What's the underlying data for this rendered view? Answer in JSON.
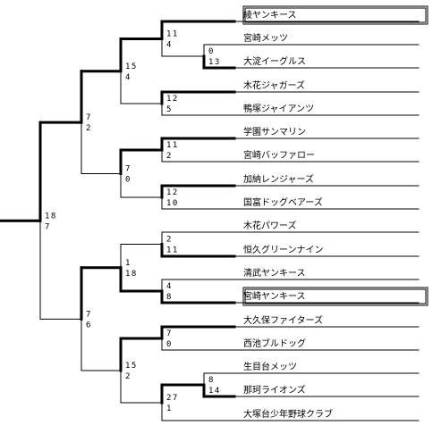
{
  "teams": [
    {
      "name": "綾ヤンキース",
      "highlight": true
    },
    {
      "name": "宮崎メッツ",
      "highlight": false
    },
    {
      "name": "大淀イーグルス",
      "highlight": false
    },
    {
      "name": "木花ジャガーズ",
      "highlight": false
    },
    {
      "name": "鴨塚ジャイアンツ",
      "highlight": false
    },
    {
      "name": "学園サンマリン",
      "highlight": false
    },
    {
      "name": "宮崎バッファロー",
      "highlight": false
    },
    {
      "name": "加納レンジャーズ",
      "highlight": false
    },
    {
      "name": "国富ドッグベアーズ",
      "highlight": false
    },
    {
      "name": "木花パワーズ",
      "highlight": false
    },
    {
      "name": "恒久グリーンナイン",
      "highlight": false
    },
    {
      "name": "清武ヤンキース",
      "highlight": false
    },
    {
      "name": "宮崎ヤンキース",
      "highlight": true
    },
    {
      "name": "大久保ファイターズ",
      "highlight": false
    },
    {
      "name": "西池ブルドッグ",
      "highlight": false
    },
    {
      "name": "生目台メッツ",
      "highlight": false
    },
    {
      "name": "那珂ライオンズ",
      "highlight": false
    },
    {
      "name": "大塚台少年野球クラブ",
      "highlight": false
    }
  ],
  "matches": [
    {
      "id": "m1",
      "top_score": "0",
      "bottom_score": "13",
      "winner": "bottom"
    },
    {
      "id": "m2",
      "top_score": "8",
      "bottom_score": "14",
      "winner": "bottom"
    },
    {
      "id": "m3",
      "top_score": "11",
      "bottom_score": "4",
      "winner": "top"
    },
    {
      "id": "m4",
      "top_score": "12",
      "bottom_score": "5",
      "winner": "top"
    },
    {
      "id": "m5",
      "top_score": "11",
      "bottom_score": "2",
      "winner": "top"
    },
    {
      "id": "m6",
      "top_score": "12",
      "bottom_score": "10",
      "winner": "top"
    },
    {
      "id": "m7",
      "top_score": "2",
      "bottom_score": "11",
      "winner": "bottom"
    },
    {
      "id": "m8",
      "top_score": "4",
      "bottom_score": "8",
      "winner": "bottom"
    },
    {
      "id": "m9",
      "top_score": "7",
      "bottom_score": "0",
      "winner": "top"
    },
    {
      "id": "m10",
      "top_score": "27",
      "bottom_score": "1",
      "winner": "top"
    },
    {
      "id": "m11",
      "top_score": "15",
      "bottom_score": "4",
      "winner": "top"
    },
    {
      "id": "m12",
      "top_score": "7",
      "bottom_score": "0",
      "winner": "top"
    },
    {
      "id": "m13",
      "top_score": "1",
      "bottom_score": "18",
      "winner": "bottom"
    },
    {
      "id": "m14",
      "top_score": "15",
      "bottom_score": "2",
      "winner": "top"
    },
    {
      "id": "m15",
      "top_score": "7",
      "bottom_score": "2",
      "winner": "top"
    },
    {
      "id": "m16",
      "top_score": "7",
      "bottom_score": "6",
      "winner": "top"
    },
    {
      "id": "m17",
      "top_score": "18",
      "bottom_score": "7",
      "winner": "top"
    }
  ]
}
